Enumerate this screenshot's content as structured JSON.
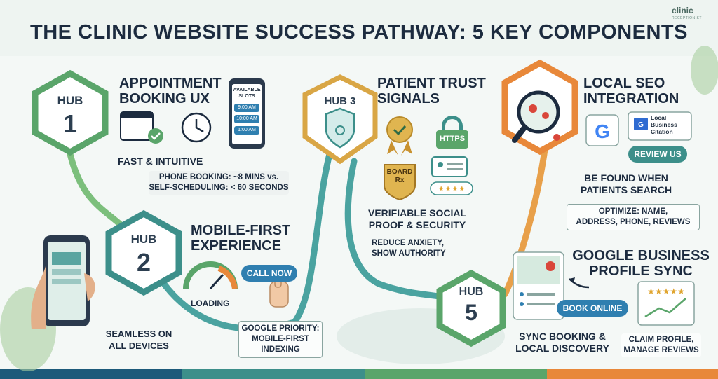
{
  "page": {
    "title": "THE CLINIC WEBSITE SUCCESS PATHWAY: 5 KEY COMPONENTS"
  },
  "logo": {
    "name": "clinic",
    "tagline": "RECEPTIONIST"
  },
  "hubs": [
    {
      "label": "HUB",
      "number": "1",
      "heading_line1": "APPOINTMENT",
      "heading_line2": "BOOKING UX",
      "subtitle": "FAST & INTUITIVE",
      "note_line1": "PHONE BOOKING: ~8 MINS vs.",
      "note_line2": "SELF-SCHEDULING: < 60 SECONDS",
      "phone_title_line1": "AVAILABLE",
      "phone_title_line2": "SLOTS",
      "slots": [
        "9:00 AM",
        "10:00 AM",
        "1:00 AM"
      ]
    },
    {
      "label": "HUB",
      "number": "2",
      "heading_line1": "MOBILE-FIRST",
      "heading_line2": "EXPERIENCE",
      "gauge_label": "LOADING",
      "button_label": "CALL NOW",
      "subtitle_line1": "SEAMLESS ON",
      "subtitle_line2": "ALL DEVICES",
      "note_line1": "GOOGLE PRIORITY:",
      "note_line2": "MOBILE-FIRST",
      "note_line3": "INDEXING"
    },
    {
      "label": "HUB 3",
      "heading_line1": "PATIENT TRUST",
      "heading_line2": "SIGNALS",
      "https_label": "HTTPS",
      "board_label": "BOARD",
      "board_sub": "Rx",
      "subtitle_line1": "VERIFIABLE SOCIAL",
      "subtitle_line2": "PROOF & SECURITY",
      "note_line1": "REDUCE ANXIETY,",
      "note_line2": "SHOW AUTHORITY"
    },
    {
      "heading_line1": "LOCAL SEO",
      "heading_line2": "INTEGRATION",
      "citation_line1": "Local",
      "citation_line2": "Business",
      "citation_line3": "Citation",
      "button_label": "REVIEW US",
      "subtitle_line1": "BE FOUND WHEN",
      "subtitle_line2": "PATIENTS SEARCH",
      "note_line1": "OPTIMIZE: NAME,",
      "note_line2": "ADDRESS, PHONE, REVIEWS"
    },
    {
      "label": "HUB",
      "number": "5",
      "heading_line1": "GOOGLE BUSINESS",
      "heading_line2": "PROFILE SYNC",
      "button_label": "BOOK ONLINE",
      "subtitle_line1": "SYNC BOOKING &",
      "subtitle_line2": "LOCAL DISCOVERY",
      "note_line1": "CLAIM PROFILE,",
      "note_line2": "MANAGE REVIEWS"
    }
  ],
  "colors": {
    "teal": "#3c8f8a",
    "green": "#5aa56a",
    "orange": "#e8883a",
    "navy": "#1c2b3f",
    "blue": "#2f7fb0",
    "gold": "#d9a645"
  }
}
